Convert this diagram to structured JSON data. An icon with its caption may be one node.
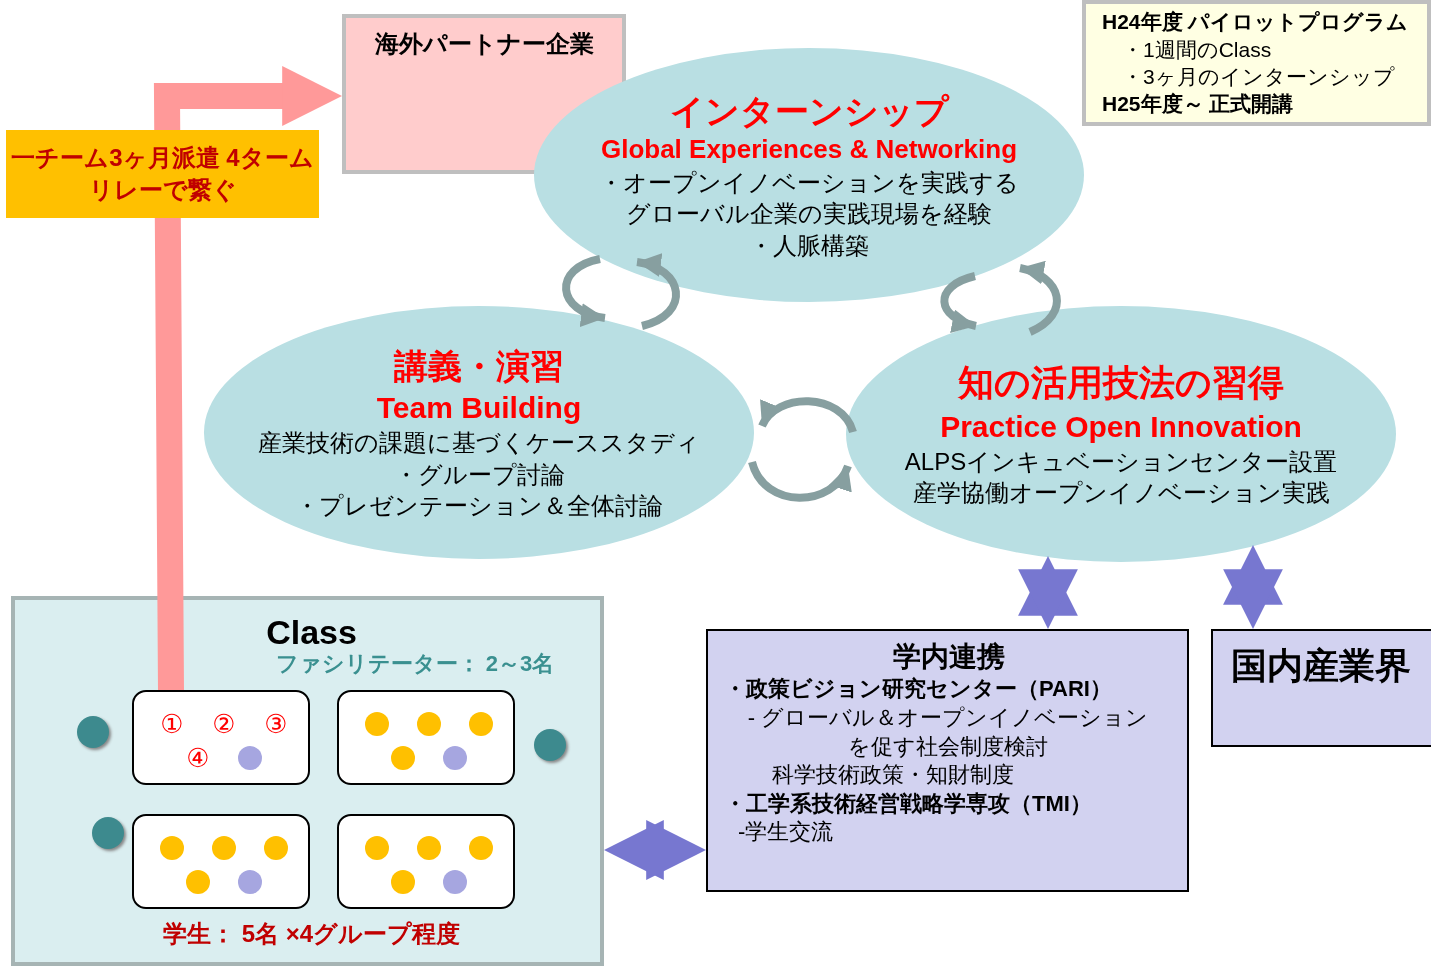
{
  "diagram": {
    "nodes": [
      {
        "text": [
          "海外パートナー企業"
        ]
      },
      {
        "text": [
          "H24年度 パイロットプログラム",
          "・1週間のClass",
          "・3ヶ月のインターンシップ",
          "H25年度～ 正式開講"
        ]
      },
      {
        "text": [
          "インターンシップ",
          "Global Experiences & Networking",
          "・オープンイノベーションを実践するグローバル企業の実践現場を経験",
          "・人脈構築"
        ]
      },
      {
        "text": [
          "講義・演習",
          "Team Building",
          "産業技術の課題に基づくケーススタディ",
          "・グループ討論",
          "・プレゼンテーション＆全体討論"
        ]
      },
      {
        "text": [
          "知の活用技法の習得",
          "Practice Open Innovation",
          "ALPSインキュベーションセンター設置",
          "産学協働オープンイノベーション実践"
        ]
      },
      {
        "text": [
          "Class",
          "ファシリテーター： 2～3名",
          "学生： 5名 ×4グループ程度"
        ]
      },
      {
        "text": [
          "①",
          "②",
          "③",
          "④"
        ],
        "in": 5
      },
      {
        "text": [],
        "shape": "box",
        "in": 5
      },
      {
        "text": [],
        "shape": "box",
        "in": 5
      },
      {
        "text": [],
        "shape": "box",
        "in": 5
      },
      {
        "text": [
          "学内連携",
          "・政策ビジョン研究センター（PARI）",
          "- グローバル＆オープンイノベーションを促す社会制度検討",
          "科学技術政策・知財制度",
          "・工学系技術経営戦略学専攻（TMI）",
          "-学生交流"
        ]
      },
      {
        "text": [
          "国内産業界"
        ]
      }
    ],
    "edges": [
      {
        "from": 6,
        "to": 0,
        "arrow": "to",
        "label": "一チーム3ヶ月派遣 4タームリレーで繋ぐ",
        "style": "thick",
        "color": "#ff9999"
      },
      {
        "from": 2,
        "to": 3,
        "arrow": "to"
      },
      {
        "from": 3,
        "to": 2,
        "arrow": "to"
      },
      {
        "from": 2,
        "to": 4,
        "arrow": "to"
      },
      {
        "from": 4,
        "to": 2,
        "arrow": "to"
      },
      {
        "from": 4,
        "to": 3,
        "arrow": "to"
      },
      {
        "from": 3,
        "to": 4,
        "arrow": "to"
      },
      {
        "from": 4,
        "to": 10,
        "arrow": "both",
        "style": "thick",
        "color": "#7777d0"
      },
      {
        "from": 4,
        "to": 11,
        "arrow": "both",
        "style": "thick",
        "color": "#7777d0"
      },
      {
        "from": 5,
        "to": 10,
        "arrow": "both",
        "style": "thick",
        "color": "#7777d0"
      }
    ]
  }
}
